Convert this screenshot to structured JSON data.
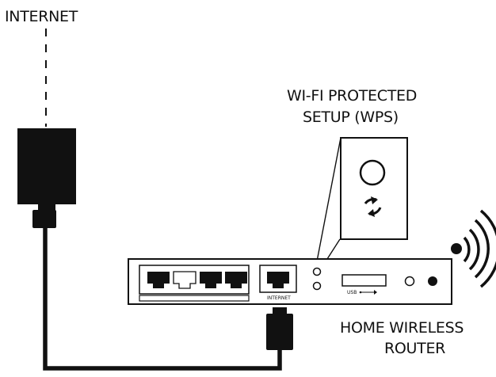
{
  "labels": {
    "internet": "INTERNET",
    "wps_line1": "WI-FI PROTECTED",
    "wps_line2": "SETUP (WPS)",
    "router_line1": "HOME WIRELESS",
    "router_line2": "ROUTER",
    "internet_port": "INTERNET",
    "usb": "USB"
  },
  "icons": {
    "modem": "modem-icon",
    "wps_button": "wps-button-icon",
    "wifi_signal": "wifi-signal-icon",
    "usb_symbol": "usb-symbol-icon"
  },
  "colors": {
    "ink": "#111111",
    "background": "#ffffff"
  }
}
